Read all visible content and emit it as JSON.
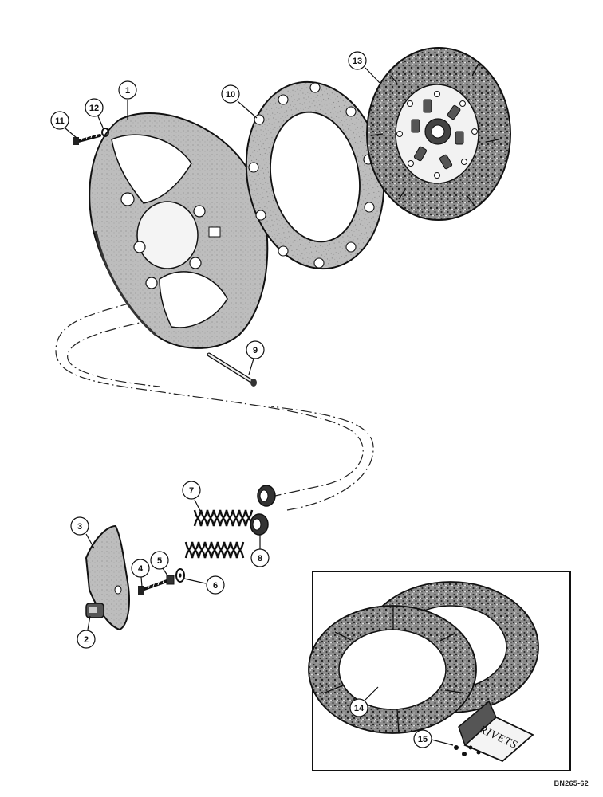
{
  "callouts": {
    "c1": "1",
    "c2": "2",
    "c3": "3",
    "c4": "4",
    "c5": "5",
    "c6": "6",
    "c7": "7",
    "c8": "8",
    "c9": "9",
    "c10": "10",
    "c11": "11",
    "c12": "12",
    "c13": "13",
    "c14": "14",
    "c15": "15"
  },
  "rivets_label": "RIVETS",
  "doc_code": "BN265-62",
  "colors": {
    "ink": "#111111",
    "paper": "#ffffff",
    "shade": "#9a9a9a",
    "facing": "#6b6b6b"
  }
}
